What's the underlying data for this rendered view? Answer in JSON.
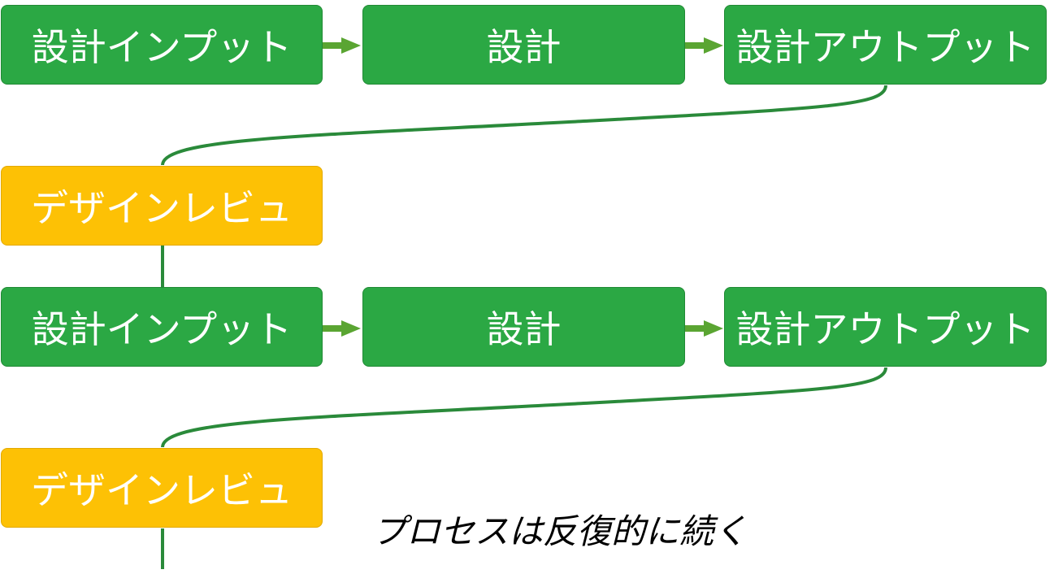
{
  "colors": {
    "step_fill": "#2ba844",
    "review_fill": "#fdc105",
    "connector": "#2a8a3a",
    "arrow": "#5aa532"
  },
  "cycle_1": {
    "design_input": "設計インプット",
    "design": "設計",
    "design_output": "設計アウトプット",
    "design_review": "デザインレビュ"
  },
  "cycle_2": {
    "design_input": "設計インプット",
    "design": "設計",
    "design_output": "設計アウトプット",
    "design_review": "デザインレビュ"
  },
  "note": "プロセスは反復的に続く"
}
